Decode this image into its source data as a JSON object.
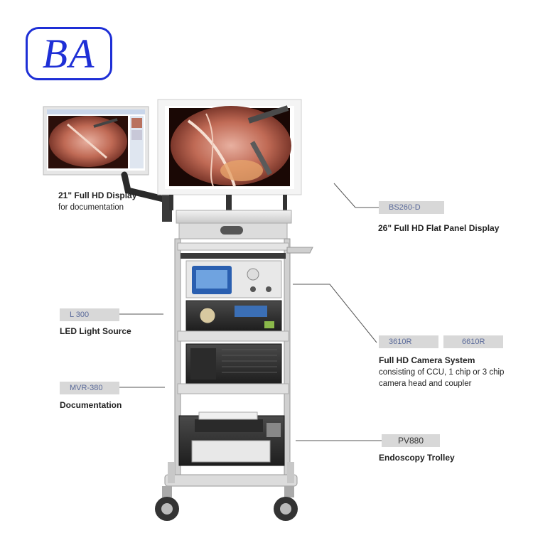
{
  "logo": {
    "text": "BA"
  },
  "labels": {
    "display21": {
      "title": "21\" Full HD Display",
      "desc": "for documentation"
    },
    "display26": {
      "tag": "BS260-D",
      "title": "26\" Full HD Flat Panel Display"
    },
    "light": {
      "tag": "L 300",
      "title": "LED Light Source"
    },
    "camera": {
      "tags": [
        "3610R",
        "6610R"
      ],
      "title": "Full HD Camera System",
      "desc1": "consisting of CCU, 1 chip or 3 chip",
      "desc2": "camera head and coupler"
    },
    "documentation": {
      "tag": "MVR-380",
      "title": "Documentation"
    },
    "trolley": {
      "tag": "PV880",
      "title": "Endoscopy Trolley"
    }
  },
  "colors": {
    "logo": "#1e2fd6",
    "tag_bg": "#d8d8d8",
    "tag_text": "#5a6a9a"
  }
}
